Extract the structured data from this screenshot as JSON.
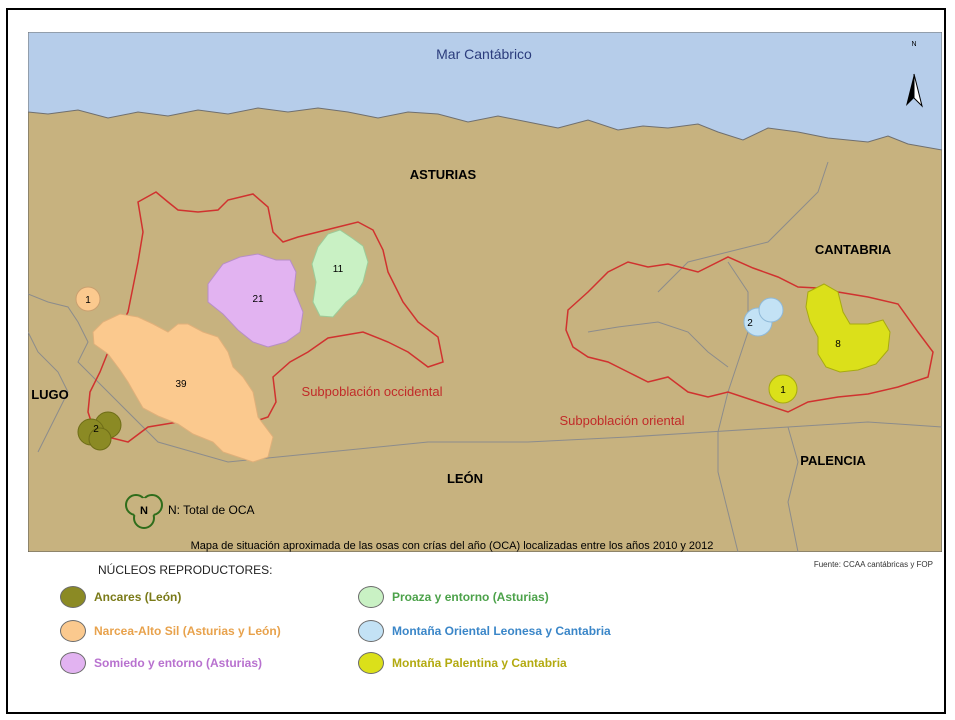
{
  "map": {
    "sea_label": "Mar Cantábrico",
    "north_letter": "N",
    "regions": {
      "asturias": "ASTURIAS",
      "cantabria": "CANTABRIA",
      "lugo": "LUGO",
      "leon": "LEÓN",
      "palencia": "PALENCIA"
    },
    "subpopulations": {
      "occidental": "Subpoblación occidental",
      "oriental": "Subpoblación oriental"
    },
    "clusters": [
      {
        "id": "narcea-1",
        "count": "1"
      },
      {
        "id": "narcea-39",
        "count": "39"
      },
      {
        "id": "ancares-2",
        "count": "2"
      },
      {
        "id": "somiedo-21",
        "count": "21"
      },
      {
        "id": "proaza-11",
        "count": "11"
      },
      {
        "id": "oriental-2",
        "count": "2"
      },
      {
        "id": "palentina-8",
        "count": "8"
      },
      {
        "id": "palentina-1",
        "count": "1"
      }
    ],
    "inset_key": {
      "symbol": "N",
      "text": "N: Total de OCA"
    },
    "caption": "Mapa de situación aproximada de las osas con crías del año (OCA) localizadas entre los años 2010 y 2012",
    "source": "Fuente: CCAA cantábricas y FOP"
  },
  "colors": {
    "sea": "#b6cdea",
    "land": "#c7b27f",
    "border_red": "#d0322f",
    "ancares": "#8b8a24",
    "narcea": "#fbc98e",
    "somiedo": "#e2b3f1",
    "proaza": "#c9f1c4",
    "oriental_leonesa": "#c3e2f5",
    "palentina": "#dbe01a"
  },
  "legend": {
    "title": "NÚCLEOS REPRODUCTORES:",
    "items": [
      {
        "label": "Ancares (León)",
        "color": "#8b8a24",
        "text_color": "#7a7a18"
      },
      {
        "label": "Narcea-Alto Sil (Asturias y León)",
        "color": "#fbc98e",
        "text_color": "#e8a24c"
      },
      {
        "label": "Somiedo y entorno (Asturias)",
        "color": "#e2b3f1",
        "text_color": "#b871cf"
      },
      {
        "label": "Proaza y entorno (Asturias)",
        "color": "#c9f1c4",
        "text_color": "#4ca24a"
      },
      {
        "label": "Montaña Oriental Leonesa y Cantabria",
        "color": "#c3e2f5",
        "text_color": "#3a86c8"
      },
      {
        "label": "Montaña Palentina y Cantabria",
        "color": "#dbe01a",
        "text_color": "#b3aa10"
      }
    ]
  }
}
